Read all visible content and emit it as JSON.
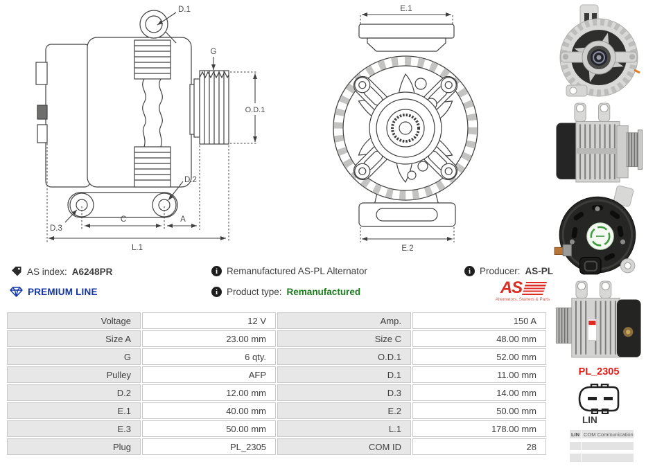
{
  "colors": {
    "premium_blue": "#1335a8",
    "brand_red": "#dd2b23",
    "plug_red": "#e01d17",
    "type_green": "#1e7a1e",
    "table_label_bg": "#e7e7e7"
  },
  "diagram_side": {
    "labels": {
      "d1": "D.1",
      "g": "G",
      "od1": "O.D.1",
      "d2": "D.2",
      "d3": "D.3",
      "c": "C",
      "a": "A",
      "l1": "L.1"
    }
  },
  "diagram_front": {
    "labels": {
      "e1": "E.1",
      "e2": "E.2"
    }
  },
  "info": {
    "as_index_label": "AS index:",
    "as_index_value": "A6248PR",
    "premium_line": "PREMIUM LINE",
    "remanufactured_text": "Remanufactured AS-PL Alternator",
    "product_type_label": "Product type:",
    "product_type_value": "Remanufactured",
    "producer_label": "Producer:",
    "producer_value": "AS-PL",
    "logo_text": "AS",
    "logo_tagline": "Alternators, Starters & Parts"
  },
  "specs": {
    "rows": [
      [
        "Voltage",
        "12 V",
        "Amp.",
        "150 A"
      ],
      [
        "Size A",
        "23.00 mm",
        "Size C",
        "48.00 mm"
      ],
      [
        "G",
        "6 qty.",
        "O.D.1",
        "52.00 mm"
      ],
      [
        "Pulley",
        "AFP",
        "D.1",
        "11.00 mm"
      ],
      [
        "D.2",
        "12.00 mm",
        "D.3",
        "14.00 mm"
      ],
      [
        "E.1",
        "40.00 mm",
        "E.2",
        "50.00 mm"
      ],
      [
        "E.3",
        "50.00 mm",
        "L.1",
        "178.00 mm"
      ],
      [
        "Plug",
        "PL_2305",
        "COM ID",
        "28"
      ]
    ]
  },
  "plug": {
    "code": "PL_2305",
    "name": "LIN"
  },
  "connectivity": {
    "rows": [
      {
        "key": "LIN",
        "value": "COM Communication"
      },
      {
        "key": "",
        "value": ""
      },
      {
        "key": "",
        "value": ""
      }
    ]
  }
}
